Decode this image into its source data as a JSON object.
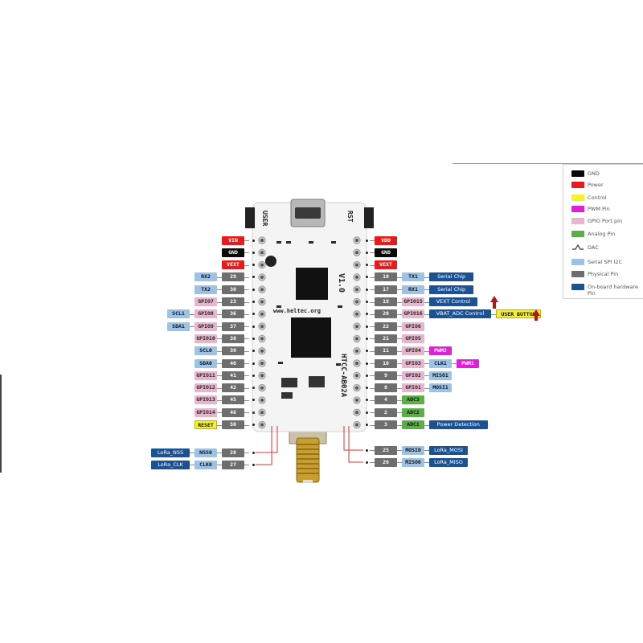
{
  "board": {
    "silkscreen_user": "USER",
    "silkscreen_rst": "RST",
    "silkscreen_version": "V1.0",
    "silkscreen_url": "www.heltec.org",
    "silkscreen_model": "HTCC-AB02A"
  },
  "legend": {
    "items": [
      {
        "label": "GND",
        "color": "#0a0a0a"
      },
      {
        "label": "Power",
        "color": "#e41c1c"
      },
      {
        "label": "Control",
        "color": "#f6f12a"
      },
      {
        "label": "PWM Pin",
        "color": "#e020d8"
      },
      {
        "label": "GPIO Port pin",
        "color": "#e7b6cd"
      },
      {
        "label": "Analog Pin",
        "color": "#5cae48"
      },
      {
        "label": "DAC",
        "color": "",
        "icon": "dac-wave-icon"
      },
      {
        "label": "Serial SPI I2C",
        "color": "#9cc3e6"
      },
      {
        "label": "Physical Pin",
        "color": "#6e6e6e"
      },
      {
        "label": "On-board hardware Pin",
        "color": "#1a5294"
      }
    ]
  },
  "left_pins": [
    {
      "row": 0,
      "labels": [
        {
          "text": "VIN",
          "kind": "pwr"
        }
      ]
    },
    {
      "row": 1,
      "labels": [
        {
          "text": "GND",
          "kind": "gnd"
        }
      ]
    },
    {
      "row": 2,
      "labels": [
        {
          "text": "VEXT",
          "kind": "pwr"
        }
      ]
    },
    {
      "row": 3,
      "labels": [
        {
          "text": "29",
          "kind": "phy"
        },
        {
          "text": "RX2",
          "kind": "spi"
        }
      ]
    },
    {
      "row": 4,
      "labels": [
        {
          "text": "30",
          "kind": "phy"
        },
        {
          "text": "TX2",
          "kind": "spi"
        }
      ]
    },
    {
      "row": 5,
      "labels": [
        {
          "text": "23",
          "kind": "phy"
        },
        {
          "text": "GPIO7",
          "kind": "gpio"
        }
      ]
    },
    {
      "row": 6,
      "labels": [
        {
          "text": "36",
          "kind": "phy"
        },
        {
          "text": "GPIO8",
          "kind": "gpio"
        },
        {
          "text": "SCL1",
          "kind": "spi"
        }
      ]
    },
    {
      "row": 7,
      "labels": [
        {
          "text": "37",
          "kind": "phy"
        },
        {
          "text": "GPIO9",
          "kind": "gpio"
        },
        {
          "text": "SDA1",
          "kind": "spi"
        }
      ]
    },
    {
      "row": 8,
      "labels": [
        {
          "text": "38",
          "kind": "phy"
        },
        {
          "text": "GPIO10",
          "kind": "gpio"
        }
      ]
    },
    {
      "row": 9,
      "labels": [
        {
          "text": "39",
          "kind": "phy"
        },
        {
          "text": "SCL0",
          "kind": "spi"
        }
      ]
    },
    {
      "row": 10,
      "labels": [
        {
          "text": "40",
          "kind": "phy"
        },
        {
          "text": "SDA0",
          "kind": "spi"
        }
      ]
    },
    {
      "row": 11,
      "labels": [
        {
          "text": "41",
          "kind": "phy"
        },
        {
          "text": "GPIO11",
          "kind": "gpio"
        }
      ]
    },
    {
      "row": 12,
      "labels": [
        {
          "text": "42",
          "kind": "phy"
        },
        {
          "text": "GPIO12",
          "kind": "gpio"
        }
      ]
    },
    {
      "row": 13,
      "labels": [
        {
          "text": "45",
          "kind": "phy"
        },
        {
          "text": "GPIO13",
          "kind": "gpio"
        }
      ]
    },
    {
      "row": 14,
      "labels": [
        {
          "text": "46",
          "kind": "phy"
        },
        {
          "text": "GPIO14",
          "kind": "gpio"
        }
      ]
    },
    {
      "row": 15,
      "labels": [
        {
          "text": "50",
          "kind": "phy"
        },
        {
          "text": "RESET",
          "kind": "ctl"
        }
      ]
    }
  ],
  "left_lora": [
    {
      "labels": [
        {
          "text": "28",
          "kind": "phy"
        },
        {
          "text": "NSS0",
          "kind": "spi"
        },
        {
          "text": "LoRa_NSS",
          "kind": "hw"
        }
      ]
    },
    {
      "labels": [
        {
          "text": "27",
          "kind": "phy"
        },
        {
          "text": "CLK0",
          "kind": "spi"
        },
        {
          "text": "LoRa_CLK",
          "kind": "hw"
        }
      ]
    }
  ],
  "right_pins": [
    {
      "row": 0,
      "labels": [
        {
          "text": "VDD",
          "kind": "pwr"
        }
      ]
    },
    {
      "row": 1,
      "labels": [
        {
          "text": "GND",
          "kind": "gnd"
        }
      ]
    },
    {
      "row": 2,
      "labels": [
        {
          "text": "VEXT",
          "kind": "pwr"
        }
      ]
    },
    {
      "row": 3,
      "labels": [
        {
          "text": "18",
          "kind": "phy"
        },
        {
          "text": "TX1",
          "kind": "spi"
        },
        {
          "text": "Serial Chip",
          "kind": "hw"
        }
      ]
    },
    {
      "row": 4,
      "labels": [
        {
          "text": "17",
          "kind": "phy"
        },
        {
          "text": "RX1",
          "kind": "spi"
        },
        {
          "text": "Serial Chip",
          "kind": "hw"
        }
      ]
    },
    {
      "row": 5,
      "labels": [
        {
          "text": "19",
          "kind": "phy"
        },
        {
          "text": "GPIO15",
          "kind": "gpio"
        },
        {
          "text": "VEXT Control",
          "kind": "hw"
        }
      ],
      "arrow": true
    },
    {
      "row": 6,
      "labels": [
        {
          "text": "20",
          "kind": "phy"
        },
        {
          "text": "GPIO16",
          "kind": "gpio"
        },
        {
          "text": "VBAT_ADC Control",
          "kind": "hw"
        },
        {
          "text": "USER BUTTON",
          "kind": "ctl"
        }
      ],
      "arrow": true
    },
    {
      "row": 7,
      "labels": [
        {
          "text": "22",
          "kind": "phy"
        },
        {
          "text": "GPIO6",
          "kind": "gpio"
        }
      ]
    },
    {
      "row": 8,
      "labels": [
        {
          "text": "21",
          "kind": "phy"
        },
        {
          "text": "GPIO5",
          "kind": "gpio"
        }
      ]
    },
    {
      "row": 9,
      "labels": [
        {
          "text": "11",
          "kind": "phy"
        },
        {
          "text": "GPIO4",
          "kind": "gpio"
        },
        {
          "text": "PWM2",
          "kind": "pwm"
        }
      ]
    },
    {
      "row": 10,
      "labels": [
        {
          "text": "10",
          "kind": "phy"
        },
        {
          "text": "GPIO3",
          "kind": "gpio"
        },
        {
          "text": "CLK1",
          "kind": "spi"
        },
        {
          "text": "PWM1",
          "kind": "pwm"
        }
      ]
    },
    {
      "row": 11,
      "labels": [
        {
          "text": "9",
          "kind": "phy"
        },
        {
          "text": "GPIO2",
          "kind": "gpio"
        },
        {
          "text": "MISO1",
          "kind": "spi"
        }
      ]
    },
    {
      "row": 12,
      "labels": [
        {
          "text": "8",
          "kind": "phy"
        },
        {
          "text": "GPIO1",
          "kind": "gpio"
        },
        {
          "text": "MOSI1",
          "kind": "spi"
        }
      ]
    },
    {
      "row": 13,
      "labels": [
        {
          "text": "4",
          "kind": "phy"
        },
        {
          "text": "ADC3",
          "kind": "ana"
        }
      ]
    },
    {
      "row": 14,
      "labels": [
        {
          "text": "2",
          "kind": "phy"
        },
        {
          "text": "ADC2",
          "kind": "ana"
        }
      ]
    },
    {
      "row": 15,
      "labels": [
        {
          "text": "3",
          "kind": "phy"
        },
        {
          "text": "ADC1",
          "kind": "ana"
        },
        {
          "text": "Power Detection",
          "kind": "hw"
        }
      ]
    }
  ],
  "right_lora": [
    {
      "labels": [
        {
          "text": "25",
          "kind": "phy"
        },
        {
          "text": "MOSI0",
          "kind": "spi"
        },
        {
          "text": "LoRa_MOSI",
          "kind": "hw"
        }
      ]
    },
    {
      "labels": [
        {
          "text": "26",
          "kind": "phy"
        },
        {
          "text": "MISO0",
          "kind": "spi"
        },
        {
          "text": "LoRa_MISO",
          "kind": "hw"
        }
      ]
    }
  ]
}
